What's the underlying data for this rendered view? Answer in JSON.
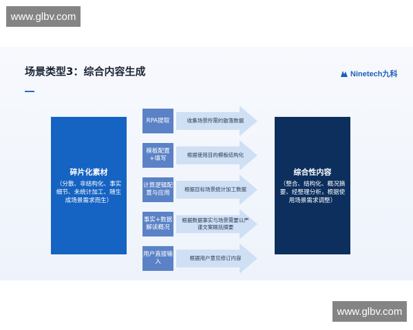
{
  "watermark": {
    "text": "www.glbv.com"
  },
  "slide": {
    "title": "场景类型3：综合内容生成",
    "logo_text": "Ninetech九科"
  },
  "left_box": {
    "title": "碎片化素材",
    "desc": "（分散、非结构化、事实细节、未统计加工、随生成场景需求而生）"
  },
  "right_box": {
    "title": "综合性内容",
    "desc": "（整合、结构化、概况摘要、经整理分析，根据使用场景需求调整）"
  },
  "steps": [
    {
      "label": "RPA提取",
      "text": "收集场景所需的散落数据"
    },
    {
      "label": "模板配置+填写",
      "text": "根据使用目的模板结构化"
    },
    {
      "label": "计算逻辑配置与应用",
      "text": "根据目标场景统计加工数据"
    },
    {
      "label": "事实+数据解读概况",
      "text": "根据数据事实与场景需要以严谨文案概括摘要"
    },
    {
      "label": "用户直接输入",
      "text": "根据用户意见修订内容"
    }
  ],
  "colors": {
    "left_box": "#1563c2",
    "right_box": "#0c2f5e",
    "step": "#5b82c6",
    "arrow": "#cfe0f5"
  }
}
